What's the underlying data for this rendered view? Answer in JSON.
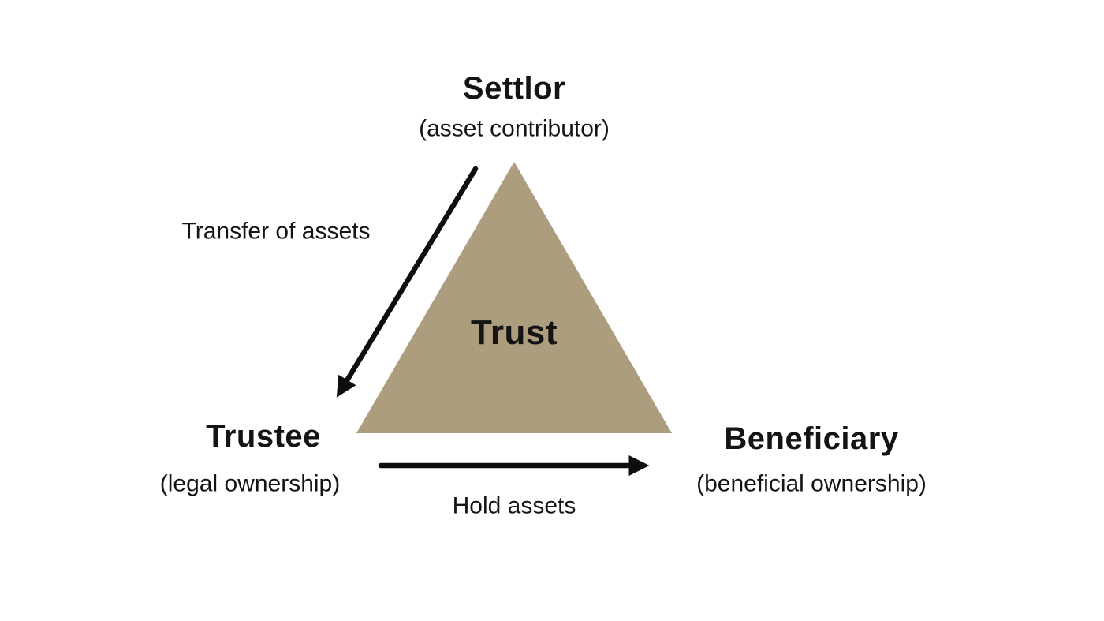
{
  "diagram": {
    "type": "triangle-relationship-diagram",
    "center_label": "Trust",
    "nodes": {
      "settlor": {
        "name": "Settlor",
        "subtitle": "(asset contributor)",
        "position": "top"
      },
      "trustee": {
        "name": "Trustee",
        "subtitle": "(legal ownership)",
        "position": "bottom-left"
      },
      "beneficiary": {
        "name": "Beneficiary",
        "subtitle": "(beneficial ownership)",
        "position": "bottom-right"
      }
    },
    "edges": {
      "transfer": {
        "label": "Transfer of assets",
        "from": "settlor",
        "to": "trustee",
        "direction": "diagonal-down-left"
      },
      "hold": {
        "label": "Hold assets",
        "from": "trustee",
        "to": "beneficiary",
        "direction": "horizontal-right"
      }
    },
    "colors": {
      "triangle_fill": "#AC9D7E",
      "arrow": "#0E0E0E",
      "text": "#141414",
      "background": "#FFFFFF"
    }
  }
}
